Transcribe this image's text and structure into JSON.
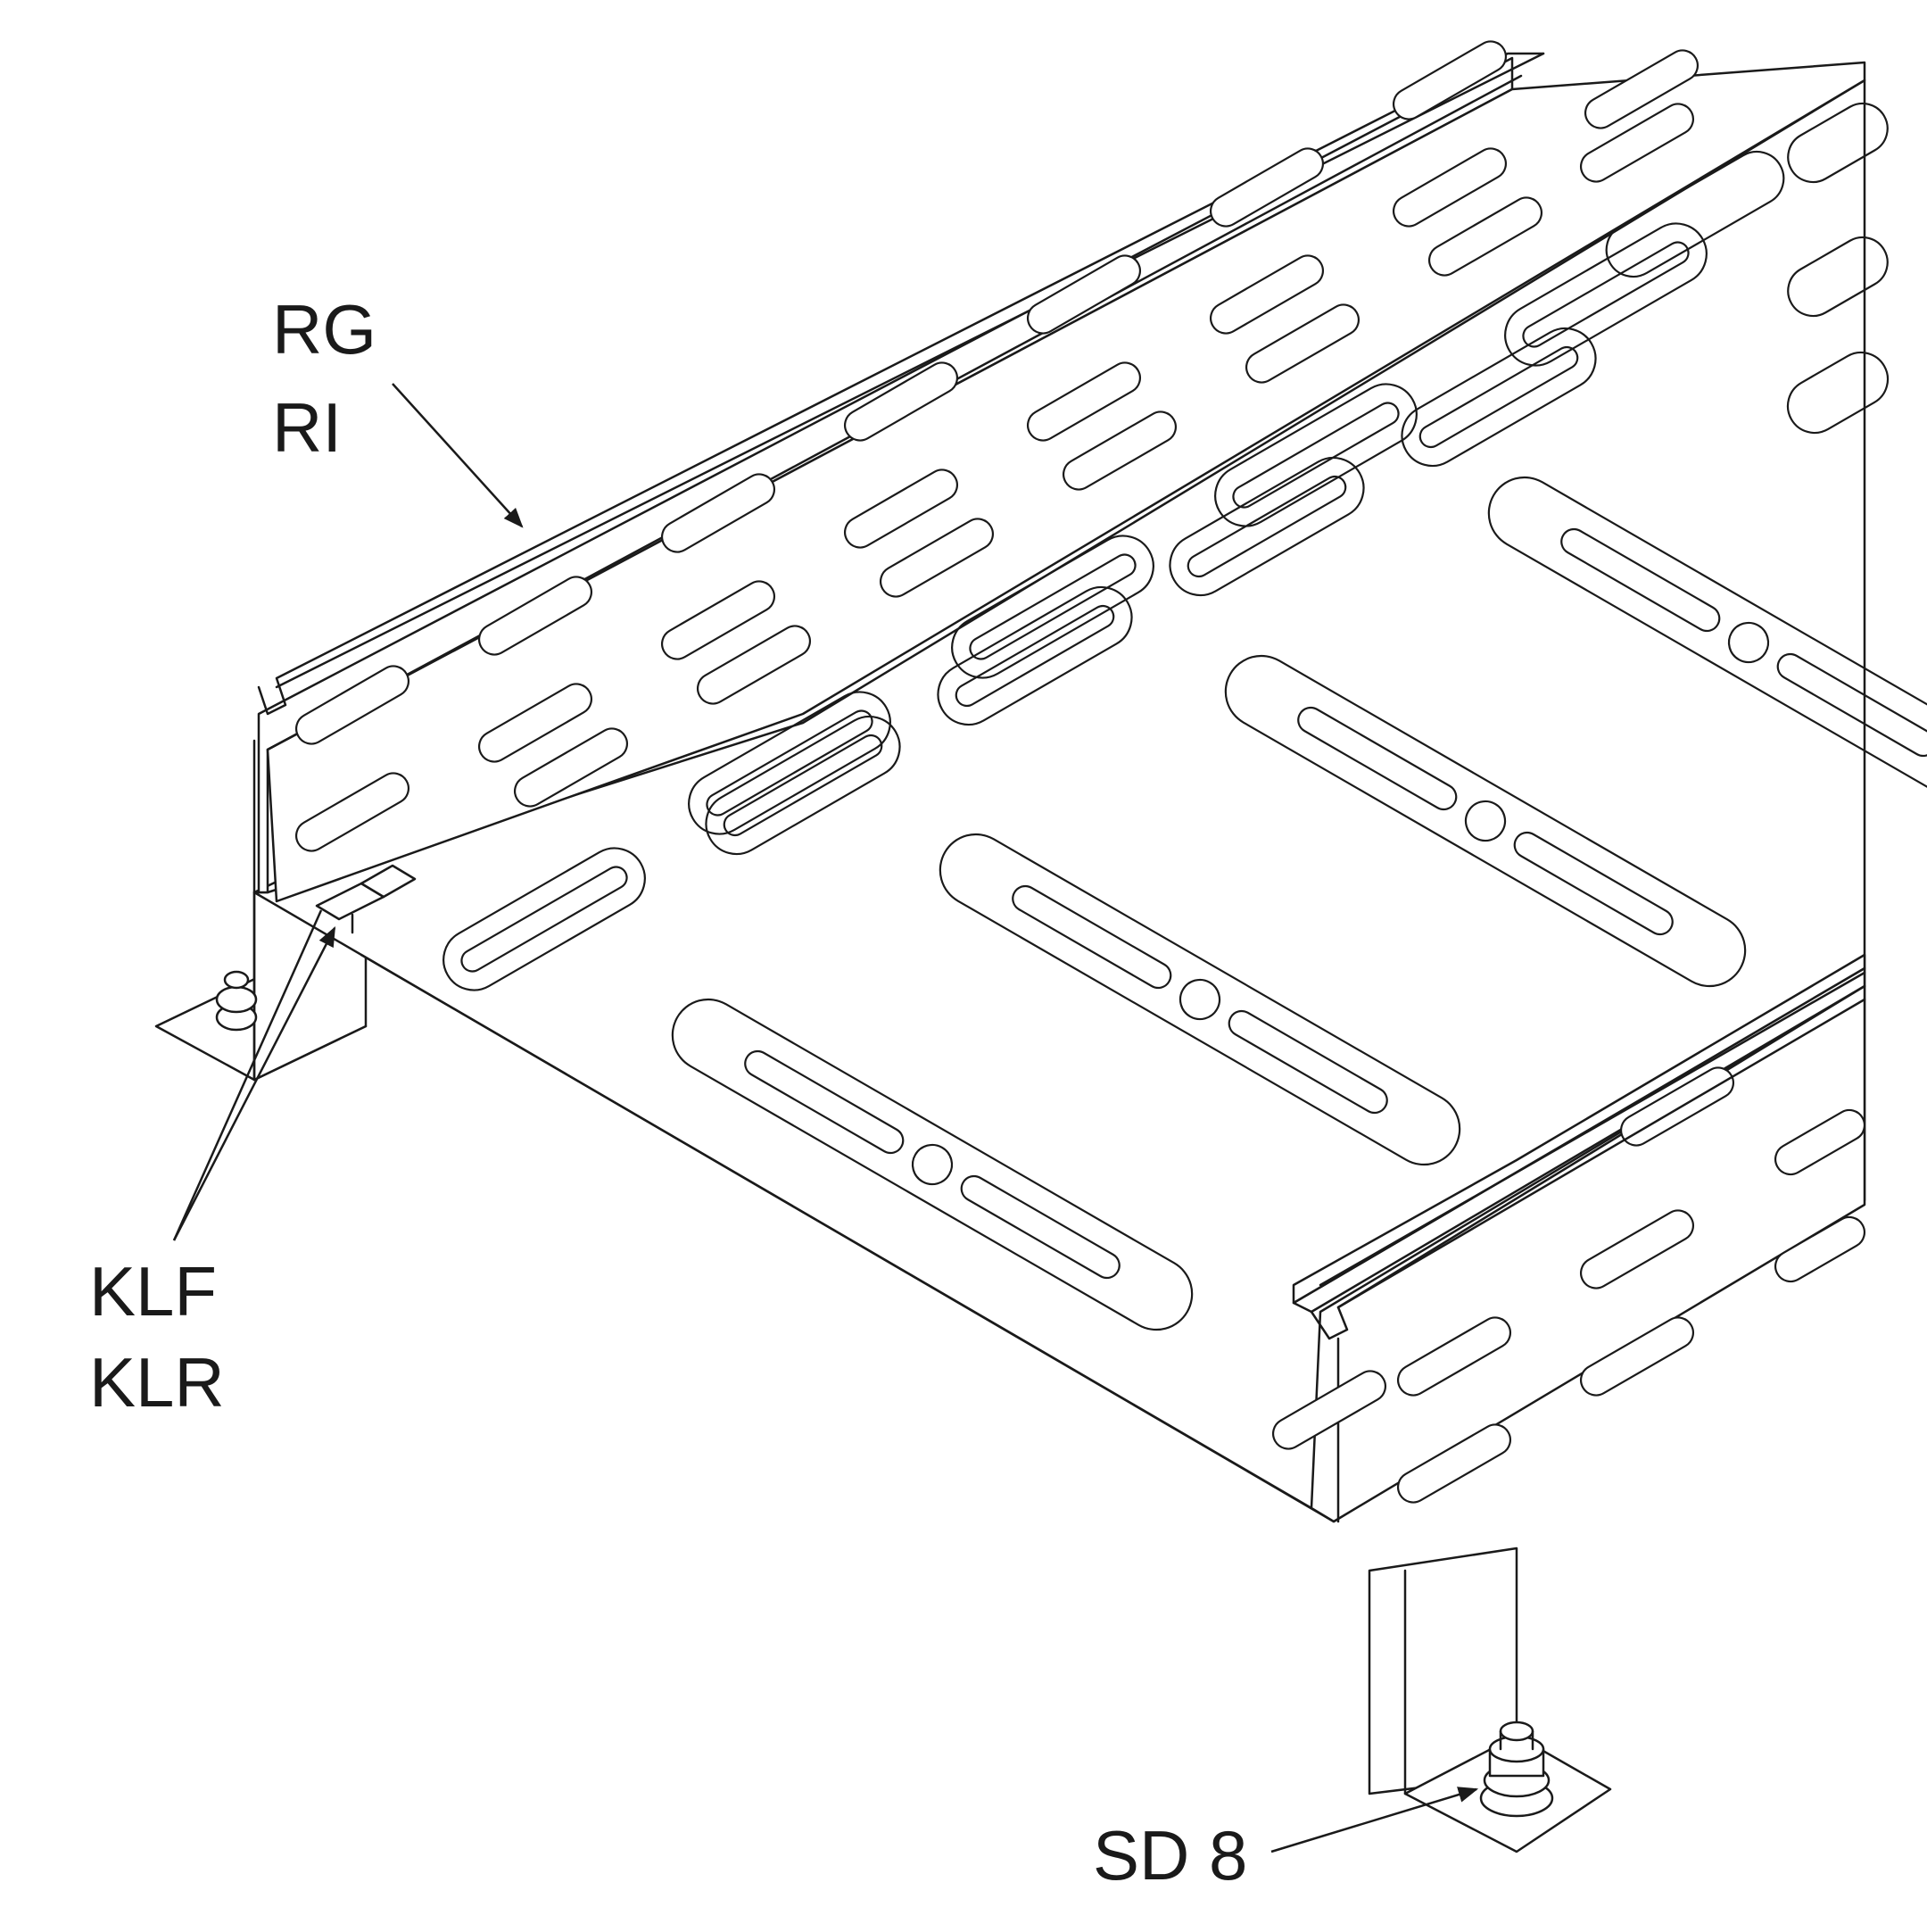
{
  "labels": {
    "rail_top": "RG",
    "rail_bottom": "RI",
    "clip_top": "KLF",
    "clip_bottom": "KLR",
    "bolt": "SD 8"
  },
  "colors": {
    "line": "#1a1a1a",
    "fill": "#ffffff",
    "background": "#ffffff"
  }
}
